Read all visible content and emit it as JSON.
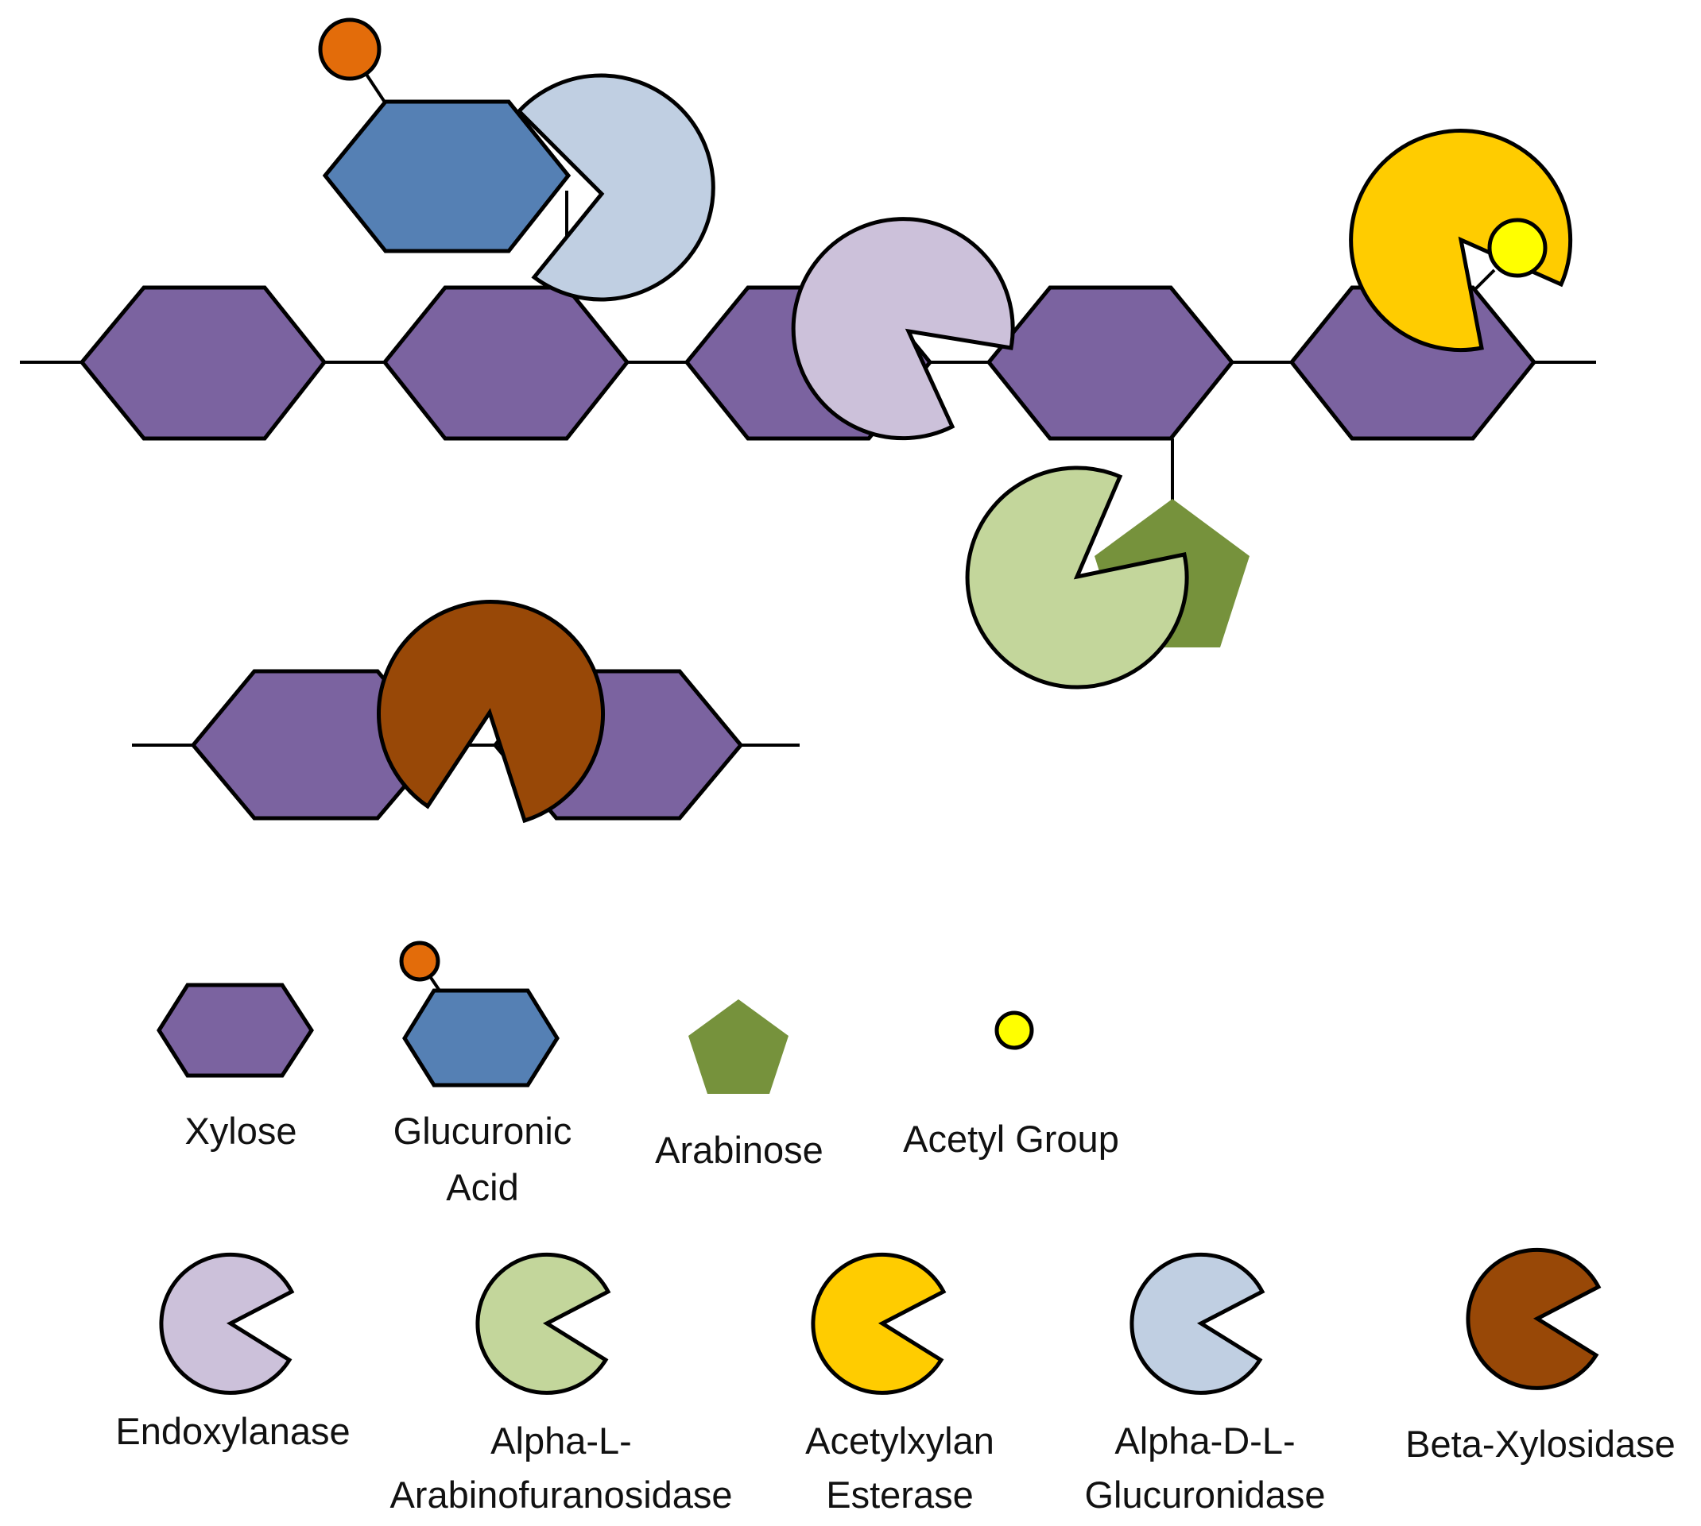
{
  "colors": {
    "xylose": "#7B63A0",
    "glucuronic_acid": "#5580B4",
    "glucuronic_cap": "#E36C0A",
    "arabinose": "#76923C",
    "acetyl": "#FFFF00",
    "endoxylanase": "#CCC1DA",
    "alpha_l_arabinofuranosidase": "#C3D69B",
    "acetylxylan_esterase": "#FFCC00",
    "alpha_d_l_glucuronidase": "#C0CFE2",
    "beta_xylosidase": "#984807"
  },
  "legend": {
    "substrates": {
      "xylose": "Xylose",
      "glucuronic_line1": "Glucuronic",
      "glucuronic_line2": "Acid",
      "arabinose": "Arabinose",
      "acetyl": "Acetyl Group"
    },
    "enzymes": {
      "endoxylanase": "Endoxylanase",
      "arabinofuranosidase_line1": "Alpha-L-",
      "arabinofuranosidase_line2": "Arabinofuranosidase",
      "esterase_line1": "Acetylxylan",
      "esterase_line2": "Esterase",
      "glucuronidase_line1": "Alpha-D-L-",
      "glucuronidase_line2": "Glucuronidase",
      "beta_xylosidase": "Beta-Xylosidase"
    }
  }
}
